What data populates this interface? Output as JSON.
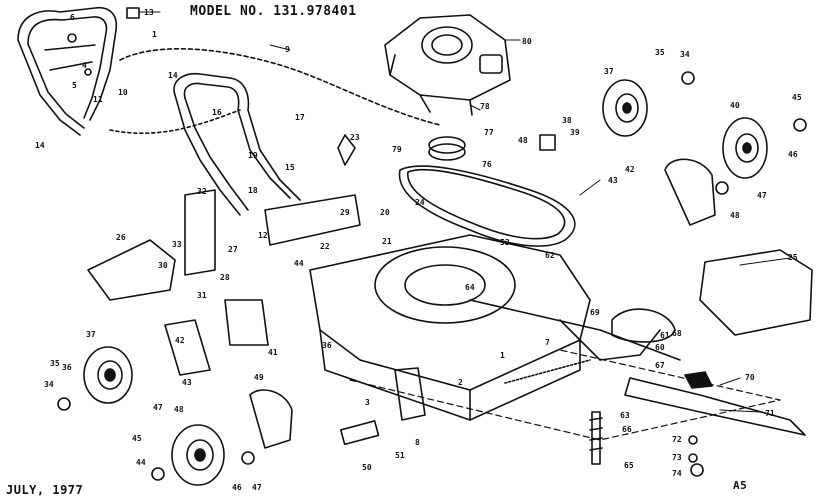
{
  "header": {
    "model_label": "MODEL NO. 131.978401"
  },
  "footer": {
    "date": "JULY, 1977",
    "page_code": "A5"
  },
  "part_labels": [
    "13",
    "9",
    "14",
    "1",
    "4",
    "5",
    "6",
    "11",
    "10",
    "14",
    "16",
    "17",
    "19",
    "15",
    "18",
    "23",
    "12",
    "79",
    "80",
    "78",
    "77",
    "76",
    "53",
    "48",
    "38",
    "39",
    "42",
    "43",
    "37",
    "35",
    "34",
    "40",
    "45",
    "46",
    "47",
    "48",
    "26",
    "32",
    "33",
    "27",
    "28",
    "29",
    "31",
    "30",
    "44",
    "22",
    "21",
    "20",
    "25",
    "24",
    "36",
    "8",
    "41",
    "62",
    "63",
    "64",
    "65",
    "60",
    "61",
    "66",
    "67",
    "68",
    "69",
    "70",
    "71",
    "72",
    "73",
    "74",
    "37",
    "35",
    "34",
    "36",
    "42",
    "43",
    "47",
    "49",
    "50",
    "51",
    "1",
    "2",
    "3",
    "7",
    "48",
    "44",
    "45",
    "46",
    "47"
  ]
}
